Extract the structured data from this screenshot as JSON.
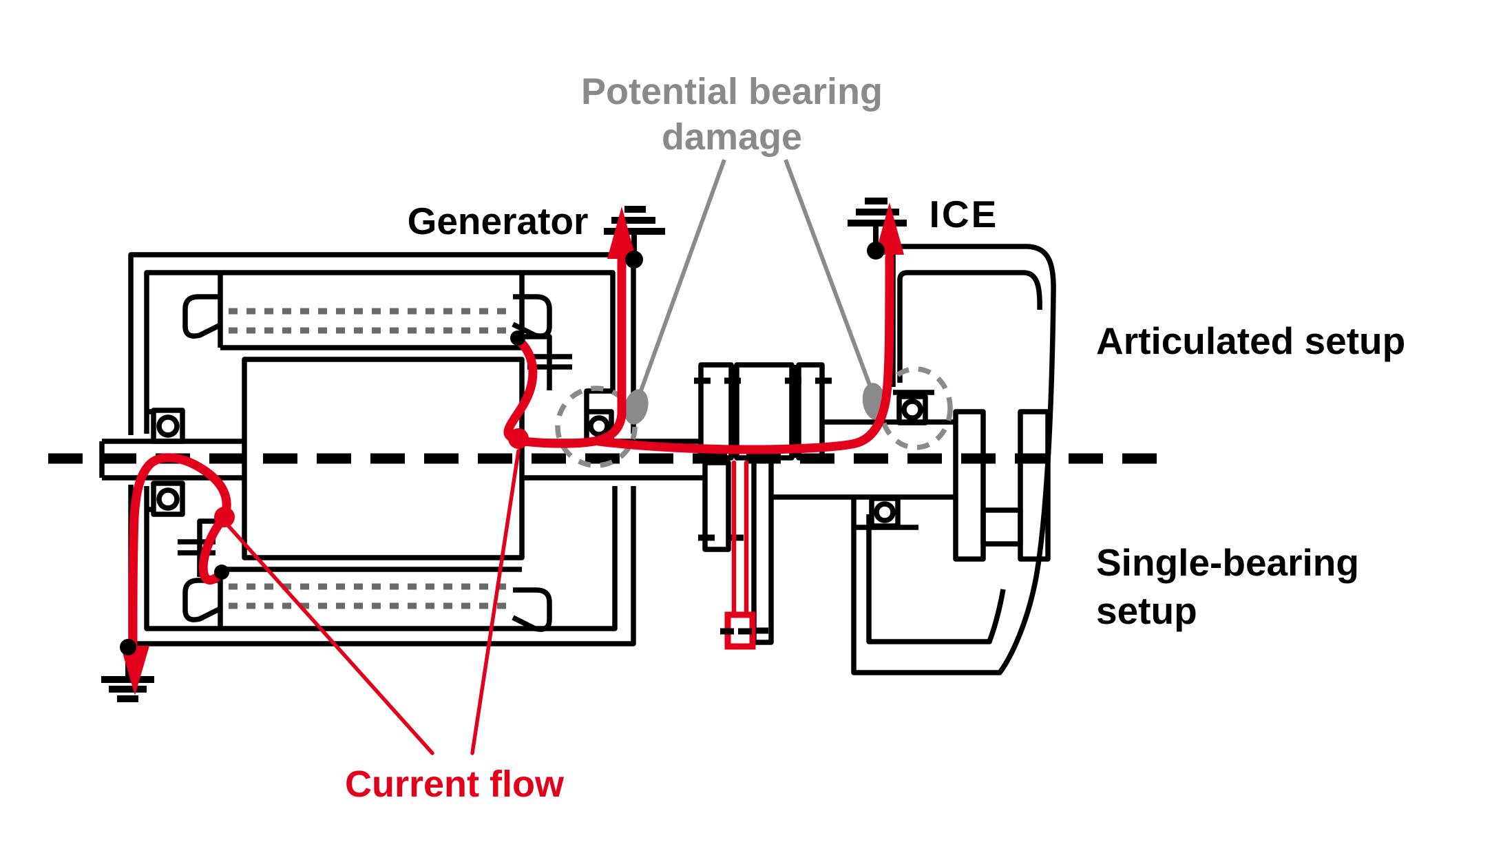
{
  "title": "Generator ICE drivetrain bearing-current diagram",
  "labels": {
    "potential_bearing_damage": {
      "line1": "Potential bearing",
      "line2": "damage"
    },
    "generator": "Generator",
    "ice": "ICE",
    "articulated_setup": "Articulated setup",
    "single_bearing_setup": {
      "line1": "Single-bearing",
      "line2": "setup"
    },
    "current_flow": "Current flow"
  },
  "colors": {
    "current_flow_red": "#e2001a",
    "annotation_gray": "#8a8a8a",
    "outline_black": "#000000",
    "winding_dots_gray": "#6a6a6a",
    "background": "#ffffff"
  },
  "symbols": {
    "ground_symbol": "earth-ground (3 stacked bars)",
    "current_arrow": "filled red triangle arrowhead",
    "damage_marker": "gray dashed circle with gray spot",
    "centerline": "thick black dashed axis line",
    "bearing": "square with inner circle",
    "winding": "gray dotted slot rows with end hooks"
  }
}
